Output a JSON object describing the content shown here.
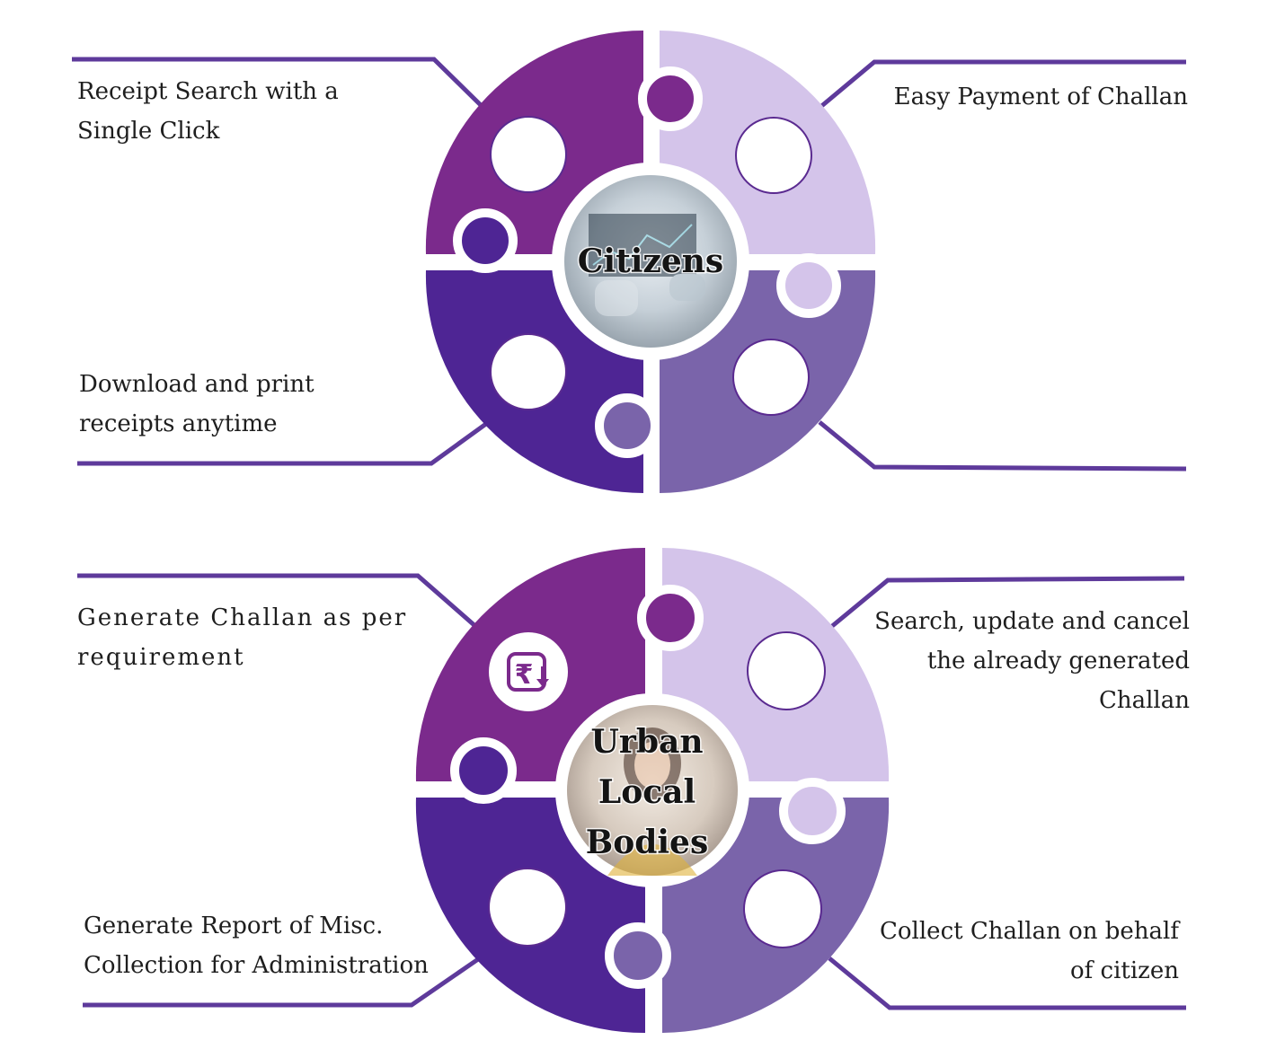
{
  "diagrams": [
    {
      "center_label_lines": [
        "Citizens"
      ],
      "features": [
        {
          "position": "top-left",
          "text": "Receipt Search with a\nSingle Click"
        },
        {
          "position": "top-right",
          "text": "Easy Payment of Challan"
        },
        {
          "position": "bottom-left",
          "text": "Download and print\nreceipts anytime"
        },
        {
          "position": "bottom-right",
          "text": ""
        }
      ]
    },
    {
      "center_label_lines": [
        "Urban",
        "Local",
        "Bodies"
      ],
      "features": [
        {
          "position": "top-left",
          "text": "Generate Challan as per\nrequirement",
          "icon": "rupee-download-icon"
        },
        {
          "position": "top-right",
          "text": "Search, update and cancel\nthe already generated\nChallan"
        },
        {
          "position": "bottom-left",
          "text": "Generate Report of Misc.\nCollection for Administration"
        },
        {
          "position": "bottom-right",
          "text": "Collect Challan on behalf\nof citizen"
        }
      ]
    }
  ],
  "colors": {
    "piece_top_left": "#7b2a8c",
    "piece_top_right": "#d4c4ea",
    "piece_bottom_left": "#4e2594",
    "piece_bottom_right": "#7a64aa",
    "connector_line": "#5e3a9b",
    "hole_outline": "#5a2a90",
    "center_ring": "#ffffff"
  }
}
